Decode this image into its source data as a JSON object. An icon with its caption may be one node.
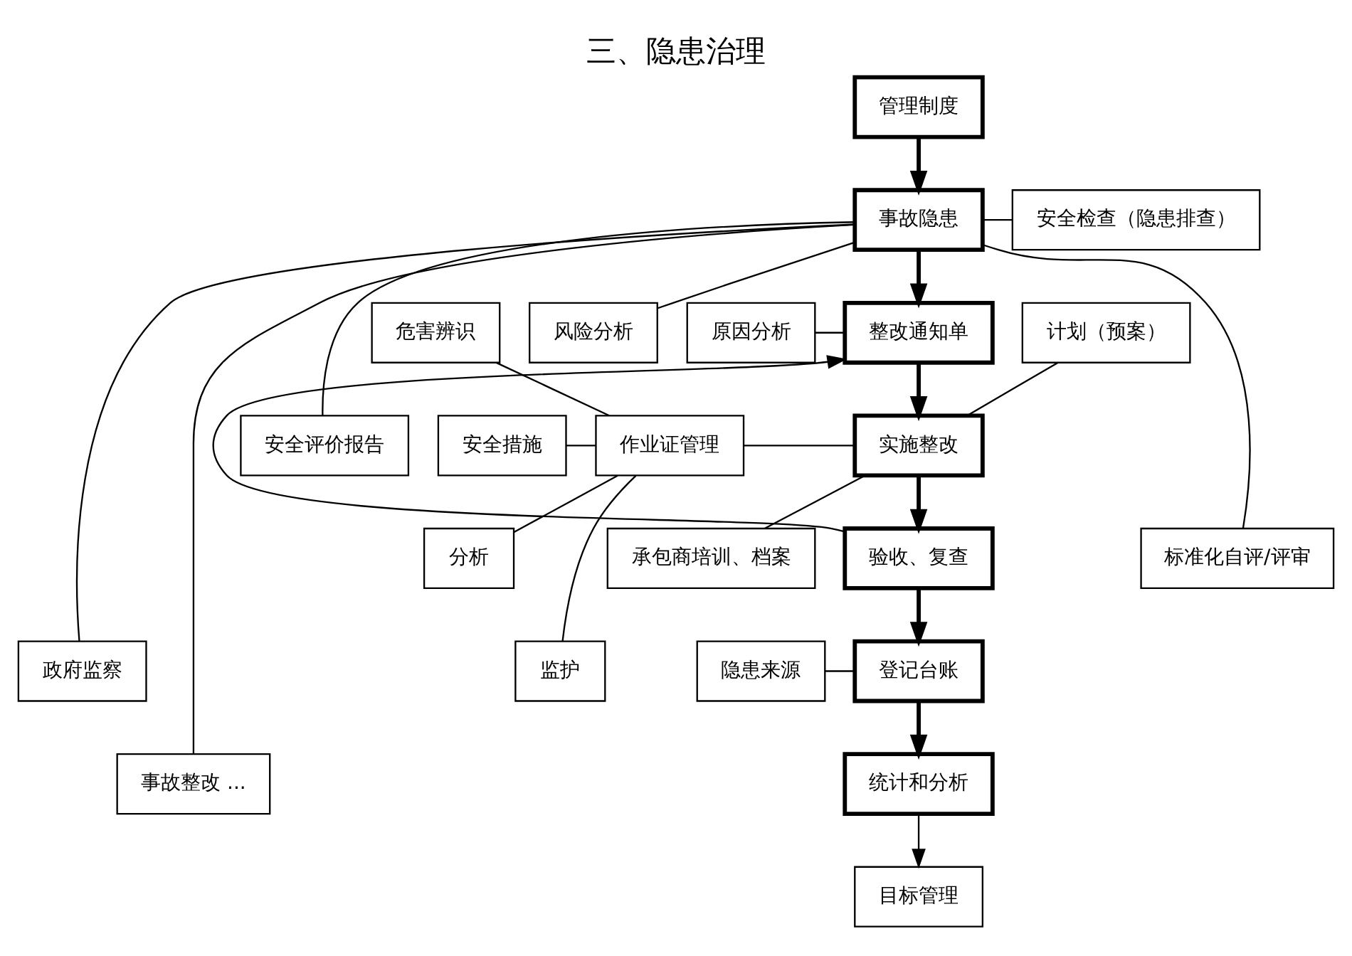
{
  "diagram": {
    "title": "三、隐患治理",
    "nodes": [
      {
        "text": [
          "管理制度"
        ]
      },
      {
        "text": [
          "事故隐患"
        ]
      },
      {
        "text": [
          "整改通知单"
        ]
      },
      {
        "text": [
          "实施整改"
        ]
      },
      {
        "text": [
          "验收、复查"
        ]
      },
      {
        "text": [
          "登记台账"
        ]
      },
      {
        "text": [
          "统计和分析"
        ]
      },
      {
        "text": [
          "目标管理"
        ]
      },
      {
        "text": [
          "安全检查（隐患排查）"
        ]
      },
      {
        "text": [
          "风险分析"
        ]
      },
      {
        "text": [
          "安全评价报告"
        ]
      },
      {
        "text": [
          "标准化自评/评审"
        ]
      },
      {
        "text": [
          "政府监察"
        ]
      },
      {
        "text": [
          "事故整改 ..."
        ]
      },
      {
        "text": [
          "原因分析"
        ]
      },
      {
        "text": [
          "计划（预案）"
        ]
      },
      {
        "text": [
          "作业证管理"
        ]
      },
      {
        "text": [
          "承包商培训、档案"
        ]
      },
      {
        "text": [
          "危害辨识"
        ]
      },
      {
        "text": [
          "安全措施"
        ]
      },
      {
        "text": [
          "分析"
        ]
      },
      {
        "text": [
          "监护"
        ]
      },
      {
        "text": [
          "隐患来源"
        ]
      }
    ],
    "edges": [
      {
        "from": 0,
        "to": 1,
        "arrow": "to",
        "style": "thick"
      },
      {
        "from": 1,
        "to": 2,
        "arrow": "to",
        "style": "thick"
      },
      {
        "from": 2,
        "to": 3,
        "arrow": "to",
        "style": "thick"
      },
      {
        "from": 3,
        "to": 4,
        "arrow": "to",
        "style": "thick"
      },
      {
        "from": 4,
        "to": 5,
        "arrow": "to",
        "style": "thick"
      },
      {
        "from": 5,
        "to": 6,
        "arrow": "to",
        "style": "thick"
      },
      {
        "from": 6,
        "to": 7,
        "arrow": "to"
      },
      {
        "from": 4,
        "to": 2,
        "arrow": "to"
      },
      {
        "from": 1,
        "to": 8,
        "arrow": "none"
      },
      {
        "from": 1,
        "to": 9,
        "arrow": "none"
      },
      {
        "from": 1,
        "to": 10,
        "arrow": "none"
      },
      {
        "from": 1,
        "to": 11,
        "arrow": "none"
      },
      {
        "from": 1,
        "to": 12,
        "arrow": "none"
      },
      {
        "from": 1,
        "to": 13,
        "arrow": "none"
      },
      {
        "from": 14,
        "to": 2,
        "arrow": "none"
      },
      {
        "from": 15,
        "to": 3,
        "arrow": "none"
      },
      {
        "from": 16,
        "to": 3,
        "arrow": "none"
      },
      {
        "from": 17,
        "to": 3,
        "arrow": "none"
      },
      {
        "from": 18,
        "to": 16,
        "arrow": "none"
      },
      {
        "from": 19,
        "to": 16,
        "arrow": "none"
      },
      {
        "from": 20,
        "to": 16,
        "arrow": "none"
      },
      {
        "from": 21,
        "to": 16,
        "arrow": "none"
      },
      {
        "from": 22,
        "to": 5,
        "arrow": "none"
      }
    ]
  }
}
